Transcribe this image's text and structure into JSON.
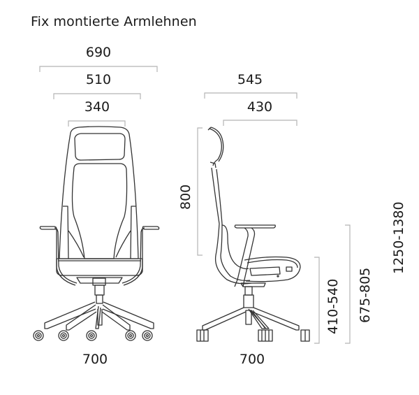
{
  "title": "Fix montierte Armlehnen",
  "front_view": {
    "width_overall": "690",
    "width_arms": "510",
    "width_back": "340",
    "base_width": "700"
  },
  "side_view": {
    "depth_overall": "545",
    "depth_seat": "430",
    "backrest_height": "800",
    "seat_height": "410-540",
    "armrest_height": "675-805",
    "total_height": "1250-1380",
    "base_width": "700"
  },
  "colors": {
    "line": "#333333",
    "dimension_line": "#b5b5b5",
    "text": "#1a1a1a"
  }
}
